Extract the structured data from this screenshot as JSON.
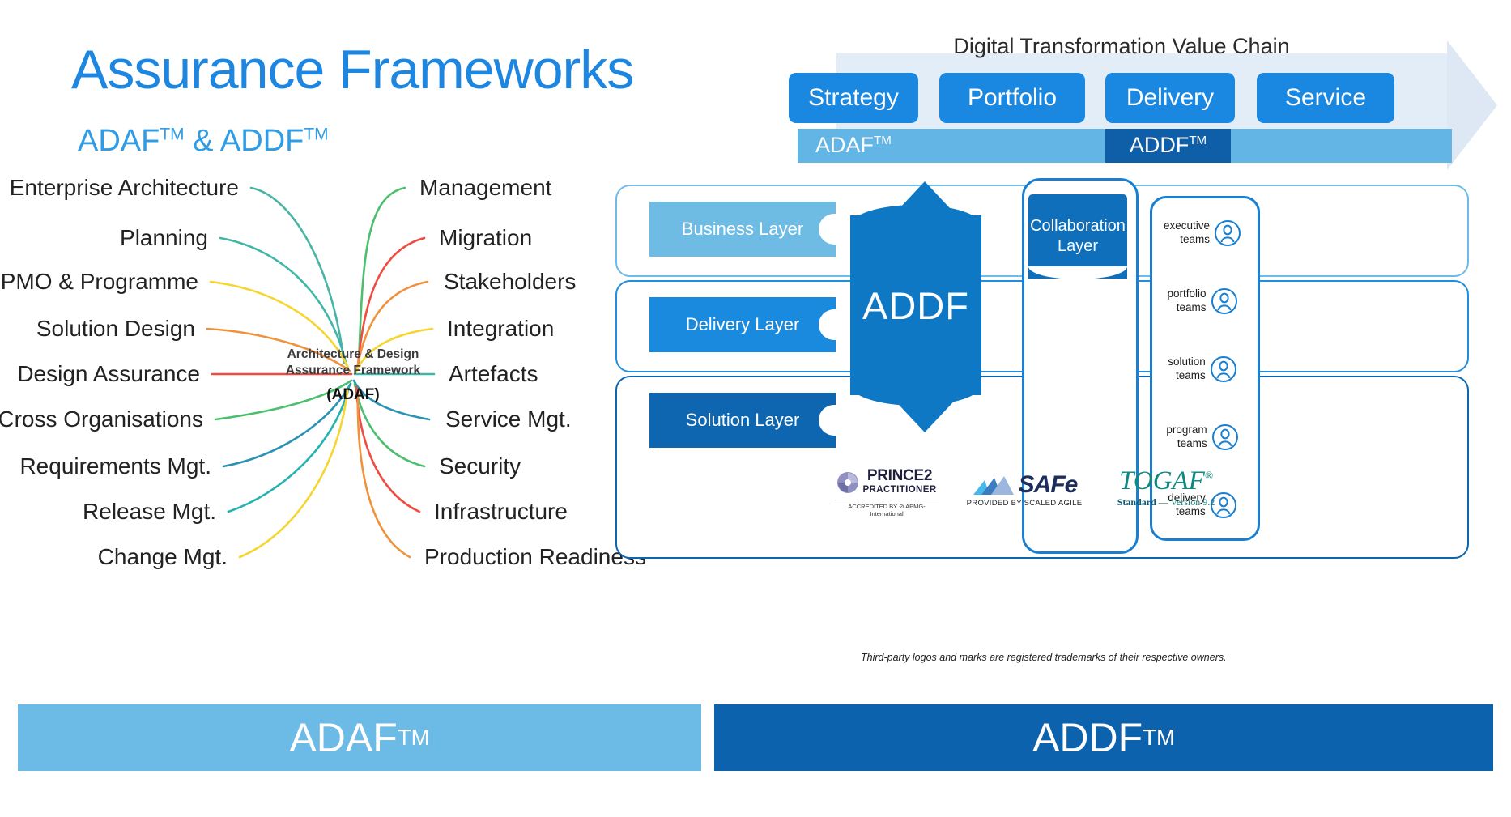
{
  "title": "Assurance Frameworks",
  "subtitle": {
    "part1": "ADAF",
    "tm1": "TM",
    "amp": " & ",
    "part2": "ADDF",
    "tm2": "TM"
  },
  "value_chain": {
    "heading": "Digital Transformation Value Chain",
    "stages": [
      "Strategy",
      "Portfolio",
      "Delivery",
      "Service"
    ],
    "adaf_band_label": "ADAF",
    "adaf_band_tm": "TM",
    "addf_band_label": "ADDF",
    "addf_band_tm": "TM"
  },
  "mindmap": {
    "center": {
      "line1": "Architecture & Design",
      "line2": "Assurance Framework",
      "line3": "(ADAF)"
    },
    "left_labels": [
      "Enterprise Architecture",
      "Planning",
      "PMO & Programme",
      "Solution Design",
      "Design Assurance",
      "Cross Organisations",
      "Requirements Mgt.",
      "Release Mgt.",
      "Change Mgt."
    ],
    "right_labels": [
      "Management",
      "Migration",
      "Stakeholders",
      "Integration",
      "Artefacts",
      "Service Mgt.",
      "Security",
      "Infrastructure",
      "Production Readiness"
    ],
    "branch_colors_left": [
      "#49b3a6",
      "#3fb7a8",
      "#f5d52e",
      "#f0923c",
      "#ef4b41",
      "#4cbf6e",
      "#2a93b5",
      "#22b3b0",
      "#f5d52e"
    ],
    "branch_colors_right": [
      "#4cbf6e",
      "#ef4b41",
      "#f0923c",
      "#f5d52e",
      "#3fb7a8",
      "#2a93b5",
      "#4cbf6e",
      "#ef4b41",
      "#f0923c"
    ]
  },
  "addf_panel": {
    "layers": [
      "Business Layer",
      "Delivery Layer",
      "Solution Layer"
    ],
    "core_label": "ADDF",
    "collaboration_label": "Collaboration Layer",
    "teams": [
      {
        "line1": "executive",
        "line2": "teams"
      },
      {
        "line1": "portfolio",
        "line2": "teams"
      },
      {
        "line1": "solution",
        "line2": "teams"
      },
      {
        "line1": "program",
        "line2": "teams"
      },
      {
        "line1": "delivery",
        "line2": "teams"
      }
    ],
    "logos": {
      "prince2_name": "PRINCE2",
      "prince2_sub": "PRACTITIONER",
      "prince2_accred": "ACCREDITED BY ⊘ APMG-International",
      "safe_name": "SAFe",
      "safe_sub": "PROVIDED BY SCALED AGILE",
      "togaf_name": "TOGAF",
      "togaf_sub_bold": "Standard",
      "togaf_sub_rest": " — Version 9.2"
    },
    "disclaimer": "Third-party logos and marks are registered trademarks of their respective owners."
  },
  "banners": {
    "left_label": "ADAF",
    "left_tm": "TM",
    "right_label": "ADDF",
    "right_tm": "TM"
  },
  "colors": {
    "brand_blue": "#1a87e0",
    "light_blue": "#6cbae6",
    "dark_blue": "#0c62ad"
  }
}
